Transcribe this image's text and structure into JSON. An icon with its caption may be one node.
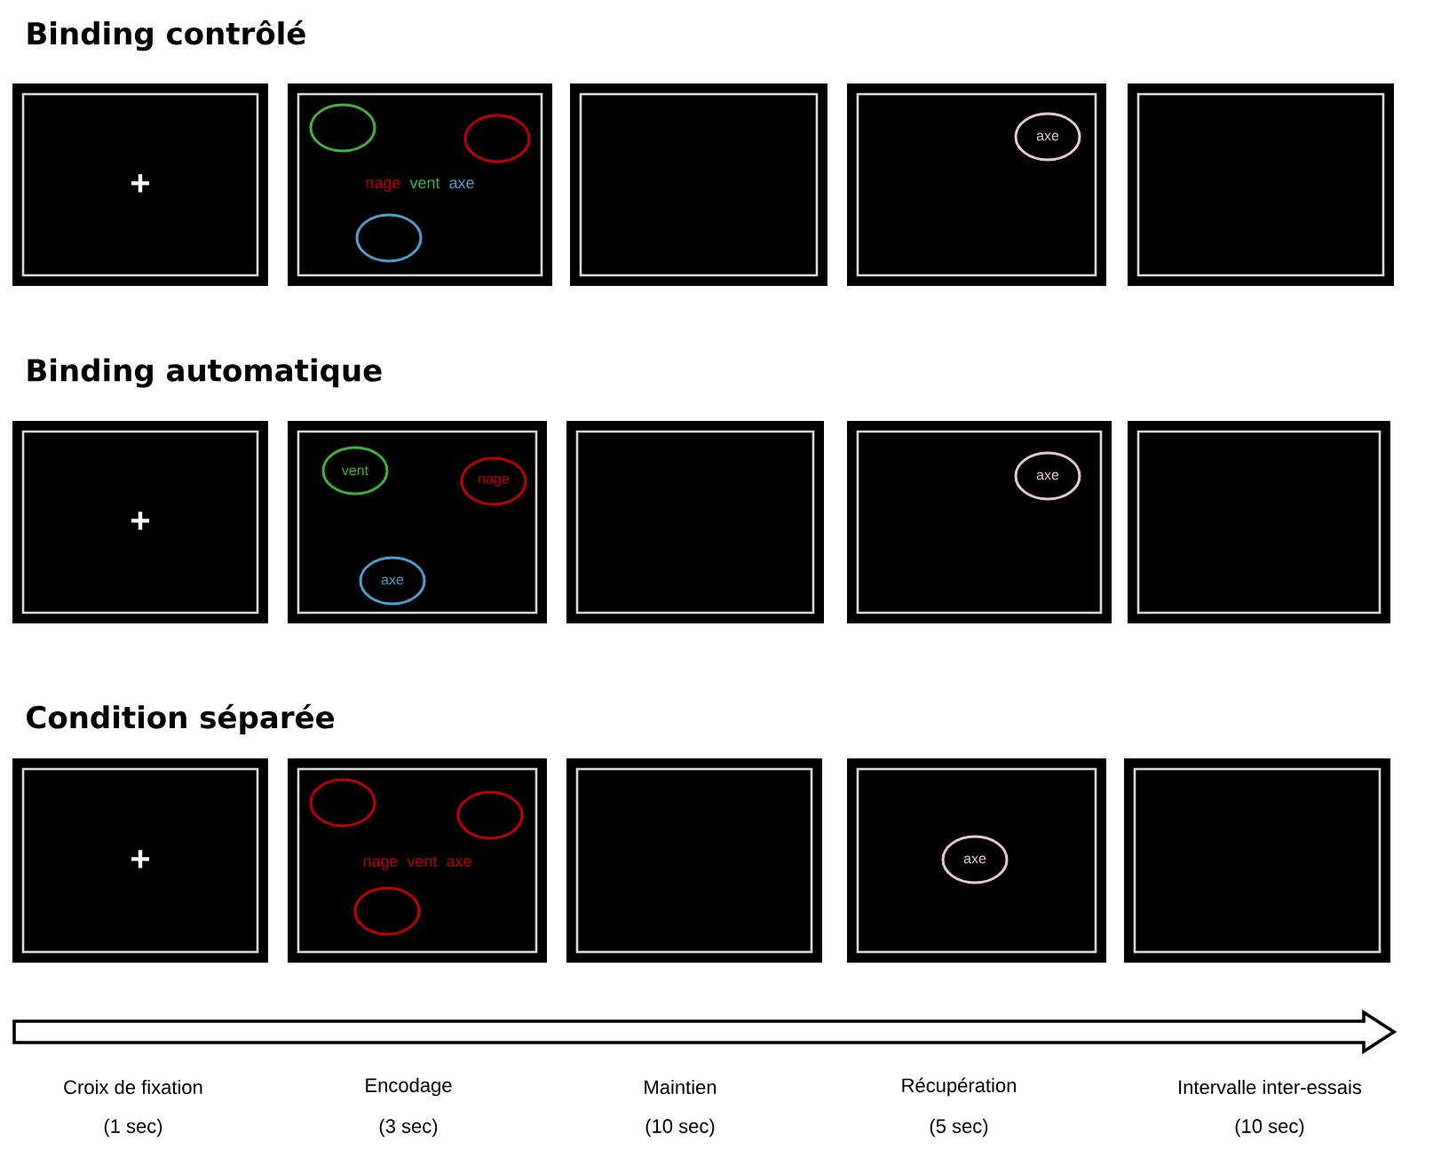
{
  "diagram": {
    "nodes": [
      {
        "text": [
          "+"
        ]
      },
      {
        "text": [
          "nage",
          "vent",
          "axe"
        ]
      },
      {
        "text": [],
        "shape": "circle",
        "in": 1
      },
      {
        "text": [],
        "shape": "circle",
        "in": 1
      },
      {
        "text": [],
        "shape": "circle",
        "in": 1
      },
      {
        "text": [],
        "shape": "box"
      },
      {
        "text": [],
        "shape": "box"
      },
      {
        "text": [
          "axe"
        ],
        "in": 6
      },
      {
        "text": [],
        "shape": "box"
      },
      {
        "text": [
          "+"
        ]
      },
      {
        "text": [],
        "shape": "box"
      },
      {
        "text": [
          "vent"
        ],
        "in": 10
      },
      {
        "text": [
          "nage"
        ],
        "in": 10
      },
      {
        "text": [
          "axe"
        ],
        "in": 10
      },
      {
        "text": [],
        "shape": "box"
      },
      {
        "text": [],
        "shape": "box"
      },
      {
        "text": [
          "axe"
        ],
        "in": 15
      },
      {
        "text": [],
        "shape": "box"
      },
      {
        "text": [
          "+"
        ]
      },
      {
        "text": [
          "nage",
          "vent",
          "axe"
        ]
      },
      {
        "text": [],
        "shape": "circle",
        "in": 19
      },
      {
        "text": [],
        "shape": "circle",
        "in": 19
      },
      {
        "text": [],
        "shape": "circle",
        "in": 19
      },
      {
        "text": [],
        "shape": "box"
      },
      {
        "text": [],
        "shape": "box"
      },
      {
        "text": [
          "axe"
        ],
        "in": 24
      },
      {
        "text": [],
        "shape": "box"
      }
    ],
    "labels": [
      "Binding contrôlé",
      "Binding automatique",
      "Condition séparée",
      "Croix de fixation",
      "(1 sec)",
      "Encodage",
      "(3 sec)",
      "Maintien",
      "(10 sec)",
      "Récupération",
      "(5 sec)",
      "Intervalle inter-essais",
      "(10 sec)"
    ]
  }
}
